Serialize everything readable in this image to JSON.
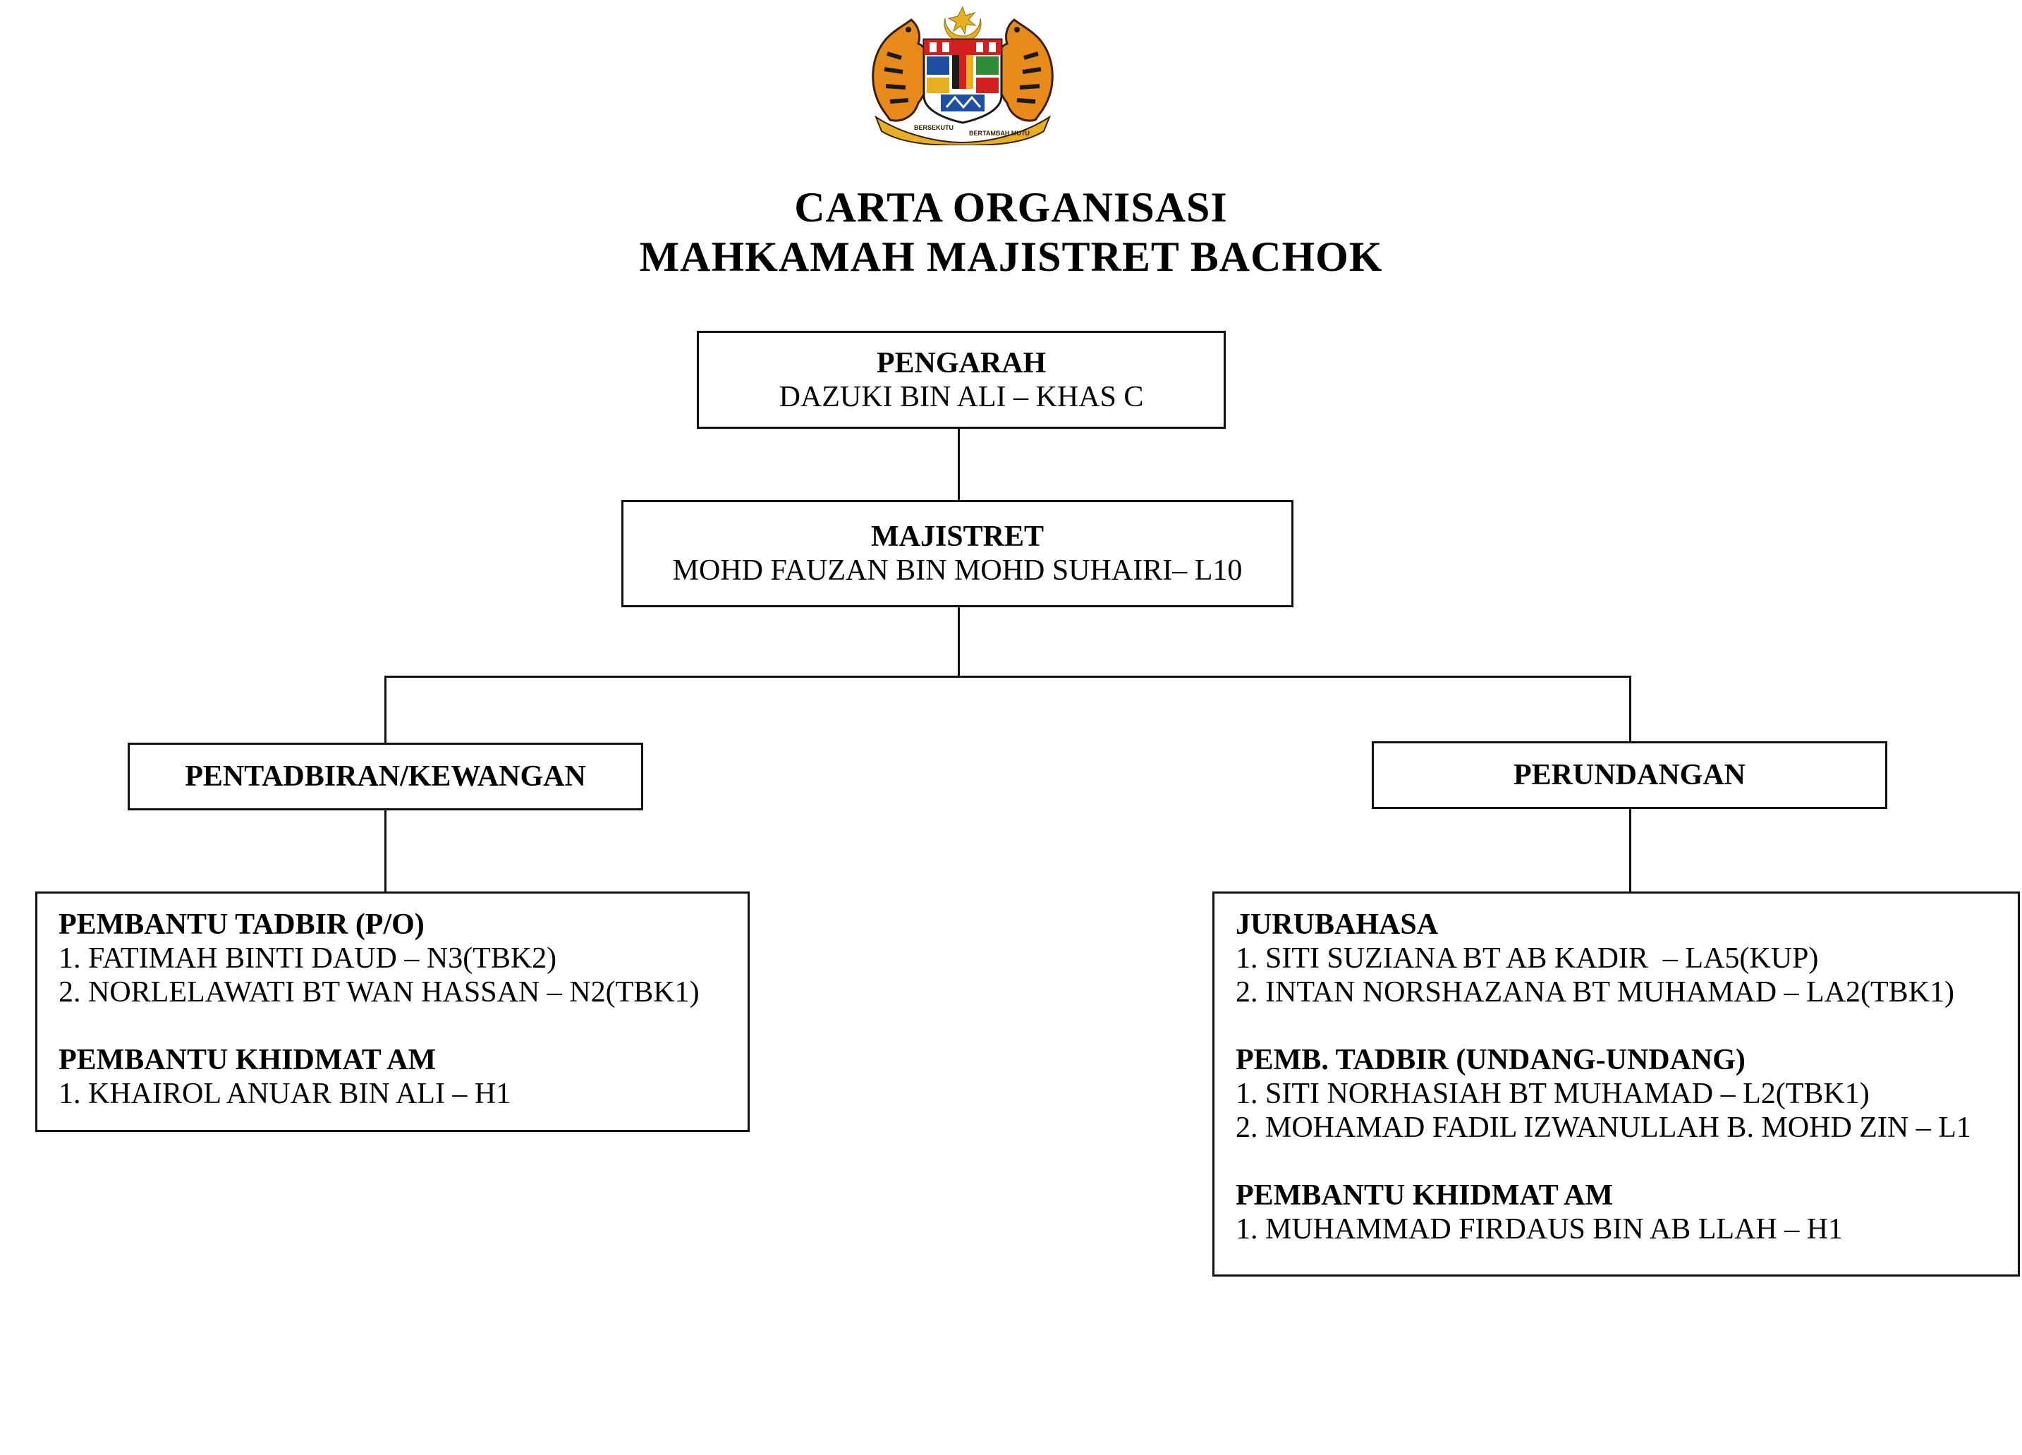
{
  "emblem": {
    "banner_left": "BERSEKUTU",
    "banner_right": "BERTAMBAH MUTU",
    "icon": "malaysia-coat-of-arms"
  },
  "title": {
    "line1": "CARTA ORGANISASI",
    "line2": "MAHKAMAH MAJISTRET BACHOK"
  },
  "pengarah": {
    "heading": "PENGARAH",
    "name": "DAZUKI BIN ALI – KHAS C"
  },
  "majistret": {
    "heading": "MAJISTRET",
    "name": "MOHD FAUZAN BIN MOHD SUHAIRI– L10"
  },
  "left_branch": {
    "heading": "PENTADBIRAN/KEWANGAN",
    "groups": [
      {
        "heading": "PEMBANTU TADBIR (P/O)",
        "members": [
          "1. FATIMAH BINTI DAUD – N3(TBK2)",
          "2. NORLELAWATI BT WAN HASSAN – N2(TBK1)"
        ]
      },
      {
        "heading": "PEMBANTU KHIDMAT AM",
        "members": [
          "1. KHAIROL ANUAR BIN ALI – H1"
        ]
      }
    ]
  },
  "right_branch": {
    "heading": "PERUNDANGAN",
    "groups": [
      {
        "heading": "JURUBAHASA",
        "members": [
          "1. SITI SUZIANA BT AB KADIR  – LA5(KUP)",
          "2. INTAN NORSHAZANA BT MUHAMAD – LA2(TBK1)"
        ]
      },
      {
        "heading": "PEMB. TADBIR (UNDANG-UNDANG)",
        "members": [
          "1. SITI NORHASIAH BT MUHAMAD – L2(TBK1)",
          "2. MOHAMAD FADIL IZWANULLAH B. MOHD ZIN – L1"
        ]
      },
      {
        "heading": "PEMBANTU KHIDMAT AM",
        "members": [
          "1. MUHAMMAD FIRDAUS BIN AB LLAH – H1"
        ]
      }
    ]
  },
  "colors": {
    "line": "#111111",
    "gold": "#e8b020",
    "red": "#d21f1f",
    "blue": "#1f4fa0",
    "black": "#000000"
  }
}
